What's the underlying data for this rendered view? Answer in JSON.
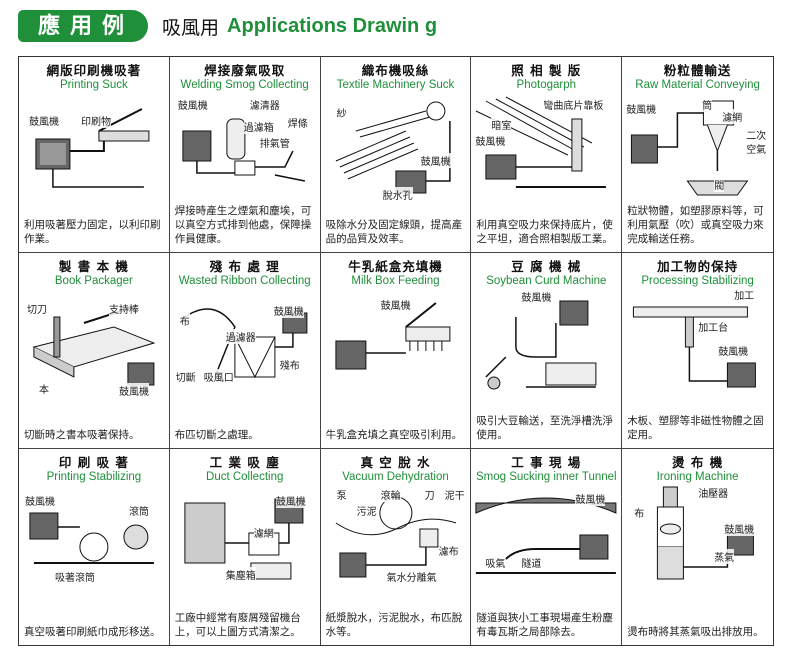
{
  "header": {
    "badge": "應用例",
    "title_zh": "吸風用",
    "title_en": "Applications Drawin g"
  },
  "colors": {
    "accent": "#1f8f3a",
    "text": "#1a1a1a"
  },
  "cells": [
    {
      "zh": "網版印刷機吸著",
      "en": "Printing Suck",
      "labels": [
        "鼓風機",
        "印刷物"
      ],
      "desc": "利用吸著壓力固定，以利印刷作業。"
    },
    {
      "zh": "焊接廢氣吸取",
      "en": "Welding Smog Collecting",
      "labels": [
        "鼓風機",
        "濾清器",
        "過濾箱",
        "焊條",
        "排氣管"
      ],
      "desc": "焊接時產生之煙氣和塵埃，可以真空方式排到他處，保障操作員健康。"
    },
    {
      "zh": "織布機吸絲",
      "en": "Textile Machinery Suck",
      "labels": [
        "紗",
        "鼓風機",
        "脫水孔"
      ],
      "desc": "吸除水分及固定線頭，提高產品的品質及效率。"
    },
    {
      "zh": "照 相 製 版",
      "en": "Photogarph",
      "labels": [
        "彎曲底片靠板",
        "暗室",
        "鼓風機"
      ],
      "desc": "利用真空吸力來保持底片，使之平坦，適合照相製版工業。"
    },
    {
      "zh": "粉粒體輸送",
      "en": "Raw Material Conveying",
      "labels": [
        "筒",
        "鼓風機",
        "濾網",
        "二次",
        "空氣",
        "閥"
      ],
      "desc": "粒狀物體，如塑膠原料等，可利用氣壓（吹）或真空吸力來完成輸送任務。"
    },
    {
      "zh": "製 書 本 機",
      "en": "Book Packager",
      "labels": [
        "切刀",
        "支持棒",
        "本",
        "鼓風機"
      ],
      "desc": "切斷時之書本吸著保持。"
    },
    {
      "zh": "殘 布 處 理",
      "en": "Wasted Ribbon Collecting",
      "labels": [
        "鼓風機",
        "布",
        "過濾器",
        "殘布",
        "切斷",
        "吸風口"
      ],
      "desc": "布匹切斷之處理。"
    },
    {
      "zh": "牛乳紙盒充填機",
      "en": "Milk Box Feeding",
      "labels": [
        "鼓風機"
      ],
      "desc": "牛乳盒充填之真空吸引利用。"
    },
    {
      "zh": "豆 腐 機 械",
      "en": "Soybean Curd Machine",
      "labels": [
        "鼓風機"
      ],
      "desc": "吸引大豆輸送，至洗淨槽洗淨使用。"
    },
    {
      "zh": "加工物的保持",
      "en": "Processing Stabilizing",
      "labels": [
        "加工",
        "加工台",
        "鼓風機"
      ],
      "desc": "木板、塑膠等非磁性物體之固定用。"
    },
    {
      "zh": "印 刷 吸 著",
      "en": "Printing Stabilizing",
      "labels": [
        "鼓風機",
        "滾筒",
        "吸著滾筒"
      ],
      "desc": "真空吸著印刷紙巾成形移送。"
    },
    {
      "zh": "工 業 吸 塵",
      "en": "Duct Collecting",
      "labels": [
        "鼓風機",
        "濾網",
        "集塵箱"
      ],
      "desc": "工廠中經常有廢屑殘留機台上，可以上圖方式清潔之。"
    },
    {
      "zh": "真 空 脫 水",
      "en": "Vacuum Dehydration",
      "labels": [
        "泵",
        "滾輪",
        "刀",
        "泥干",
        "污泥",
        "濾布",
        "氣水分離氣"
      ],
      "desc": "紙漿脫水，污泥脫水，布匹脫水等。"
    },
    {
      "zh": "工 事 現 場",
      "en": "Smog Sucking inner Tunnel",
      "labels": [
        "鼓風機",
        "吸氣",
        "隧道"
      ],
      "desc": "隧道與狹小工事現場產生粉塵有毒瓦斯之局部除去。"
    },
    {
      "zh": "燙 布 機",
      "en": "Ironing Machine",
      "labels": [
        "油壓器",
        "布",
        "鼓風機",
        "蒸氣"
      ],
      "desc": "燙布時將其蒸氣吸出排放用。"
    }
  ]
}
